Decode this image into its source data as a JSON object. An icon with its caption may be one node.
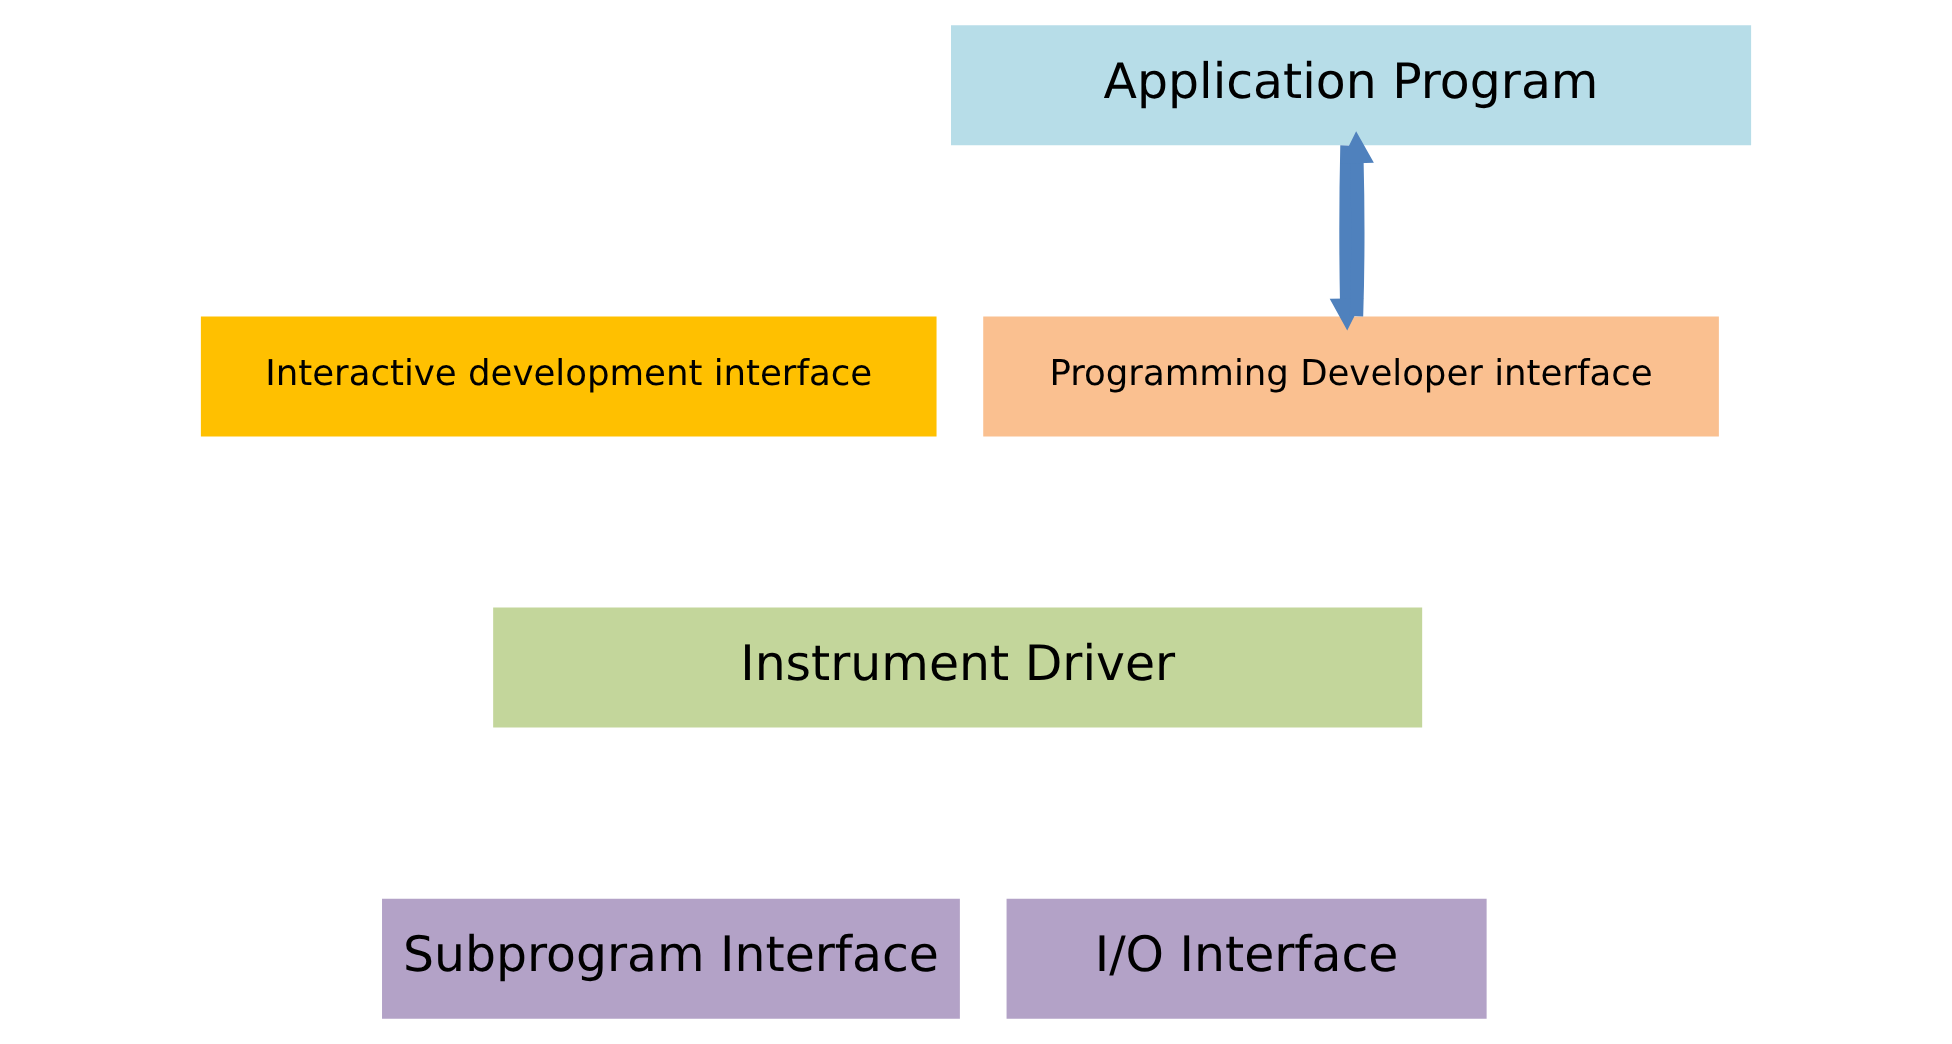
{
  "diagram": {
    "nodes": [
      {
        "text": [
          "Application Program"
        ]
      },
      {
        "text": [
          "Interactive development interface"
        ]
      },
      {
        "text": [
          "Programming Developer interface"
        ]
      },
      {
        "text": [
          "Instrument Driver"
        ]
      },
      {
        "text": [
          "Subprogram Interface"
        ]
      },
      {
        "text": [
          "I/O Interface"
        ]
      }
    ],
    "edges": [
      {
        "from": 0,
        "to": 2,
        "arrow": "to"
      },
      {
        "from": 2,
        "to": 0,
        "arrow": "to"
      }
    ]
  }
}
